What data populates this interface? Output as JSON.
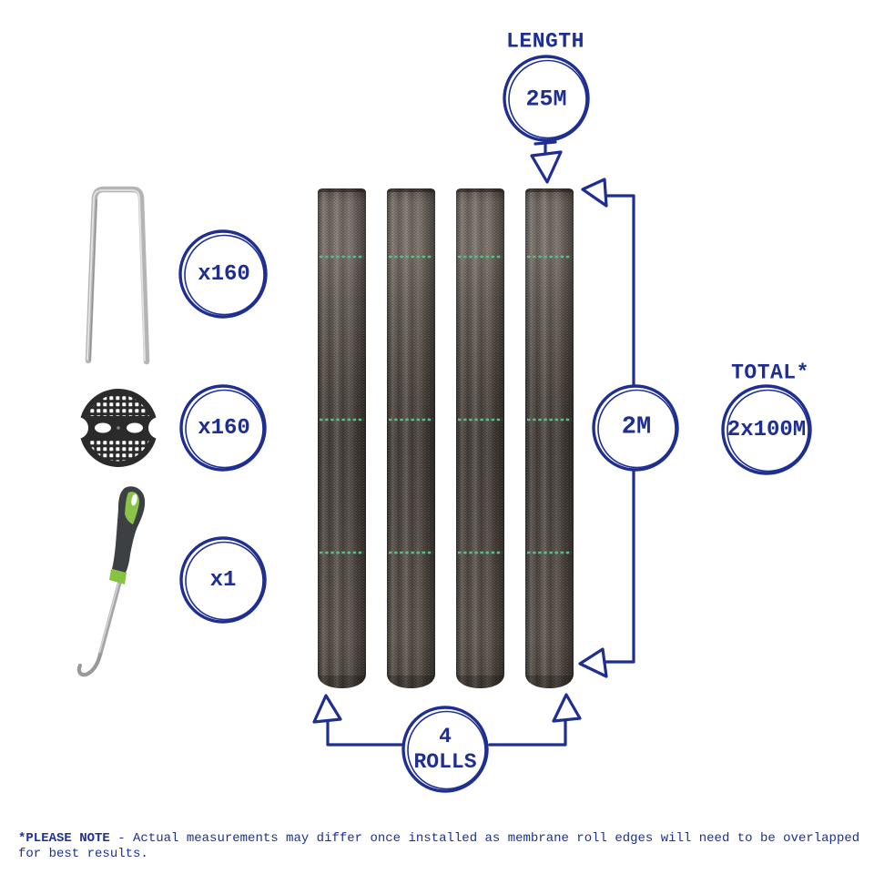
{
  "colors": {
    "accent_blue": "#1e2e91",
    "stripe_green": "#58bd86",
    "roll_fabric": "#574e47",
    "tool_green": "#8bc34a"
  },
  "annotations": {
    "length": {
      "label": "LENGTH",
      "value": "25M"
    },
    "height": {
      "value": "2M"
    },
    "total": {
      "label": "TOTAL*",
      "value": "2x100M"
    },
    "roll_count": {
      "number": "4",
      "word": "ROLLS"
    }
  },
  "kit_items": [
    {
      "item": "ground-peg",
      "quantity": "x160"
    },
    {
      "item": "perforated-disc",
      "quantity": "x160"
    },
    {
      "item": "hook-tool",
      "quantity": "x1"
    }
  ],
  "rolls": {
    "count": 4
  },
  "footnote": {
    "lead": "*PLEASE NOTE",
    "body": " - Actual measurements may differ once installed as membrane roll edges will need to be overlapped",
    "line2": "for best results."
  }
}
